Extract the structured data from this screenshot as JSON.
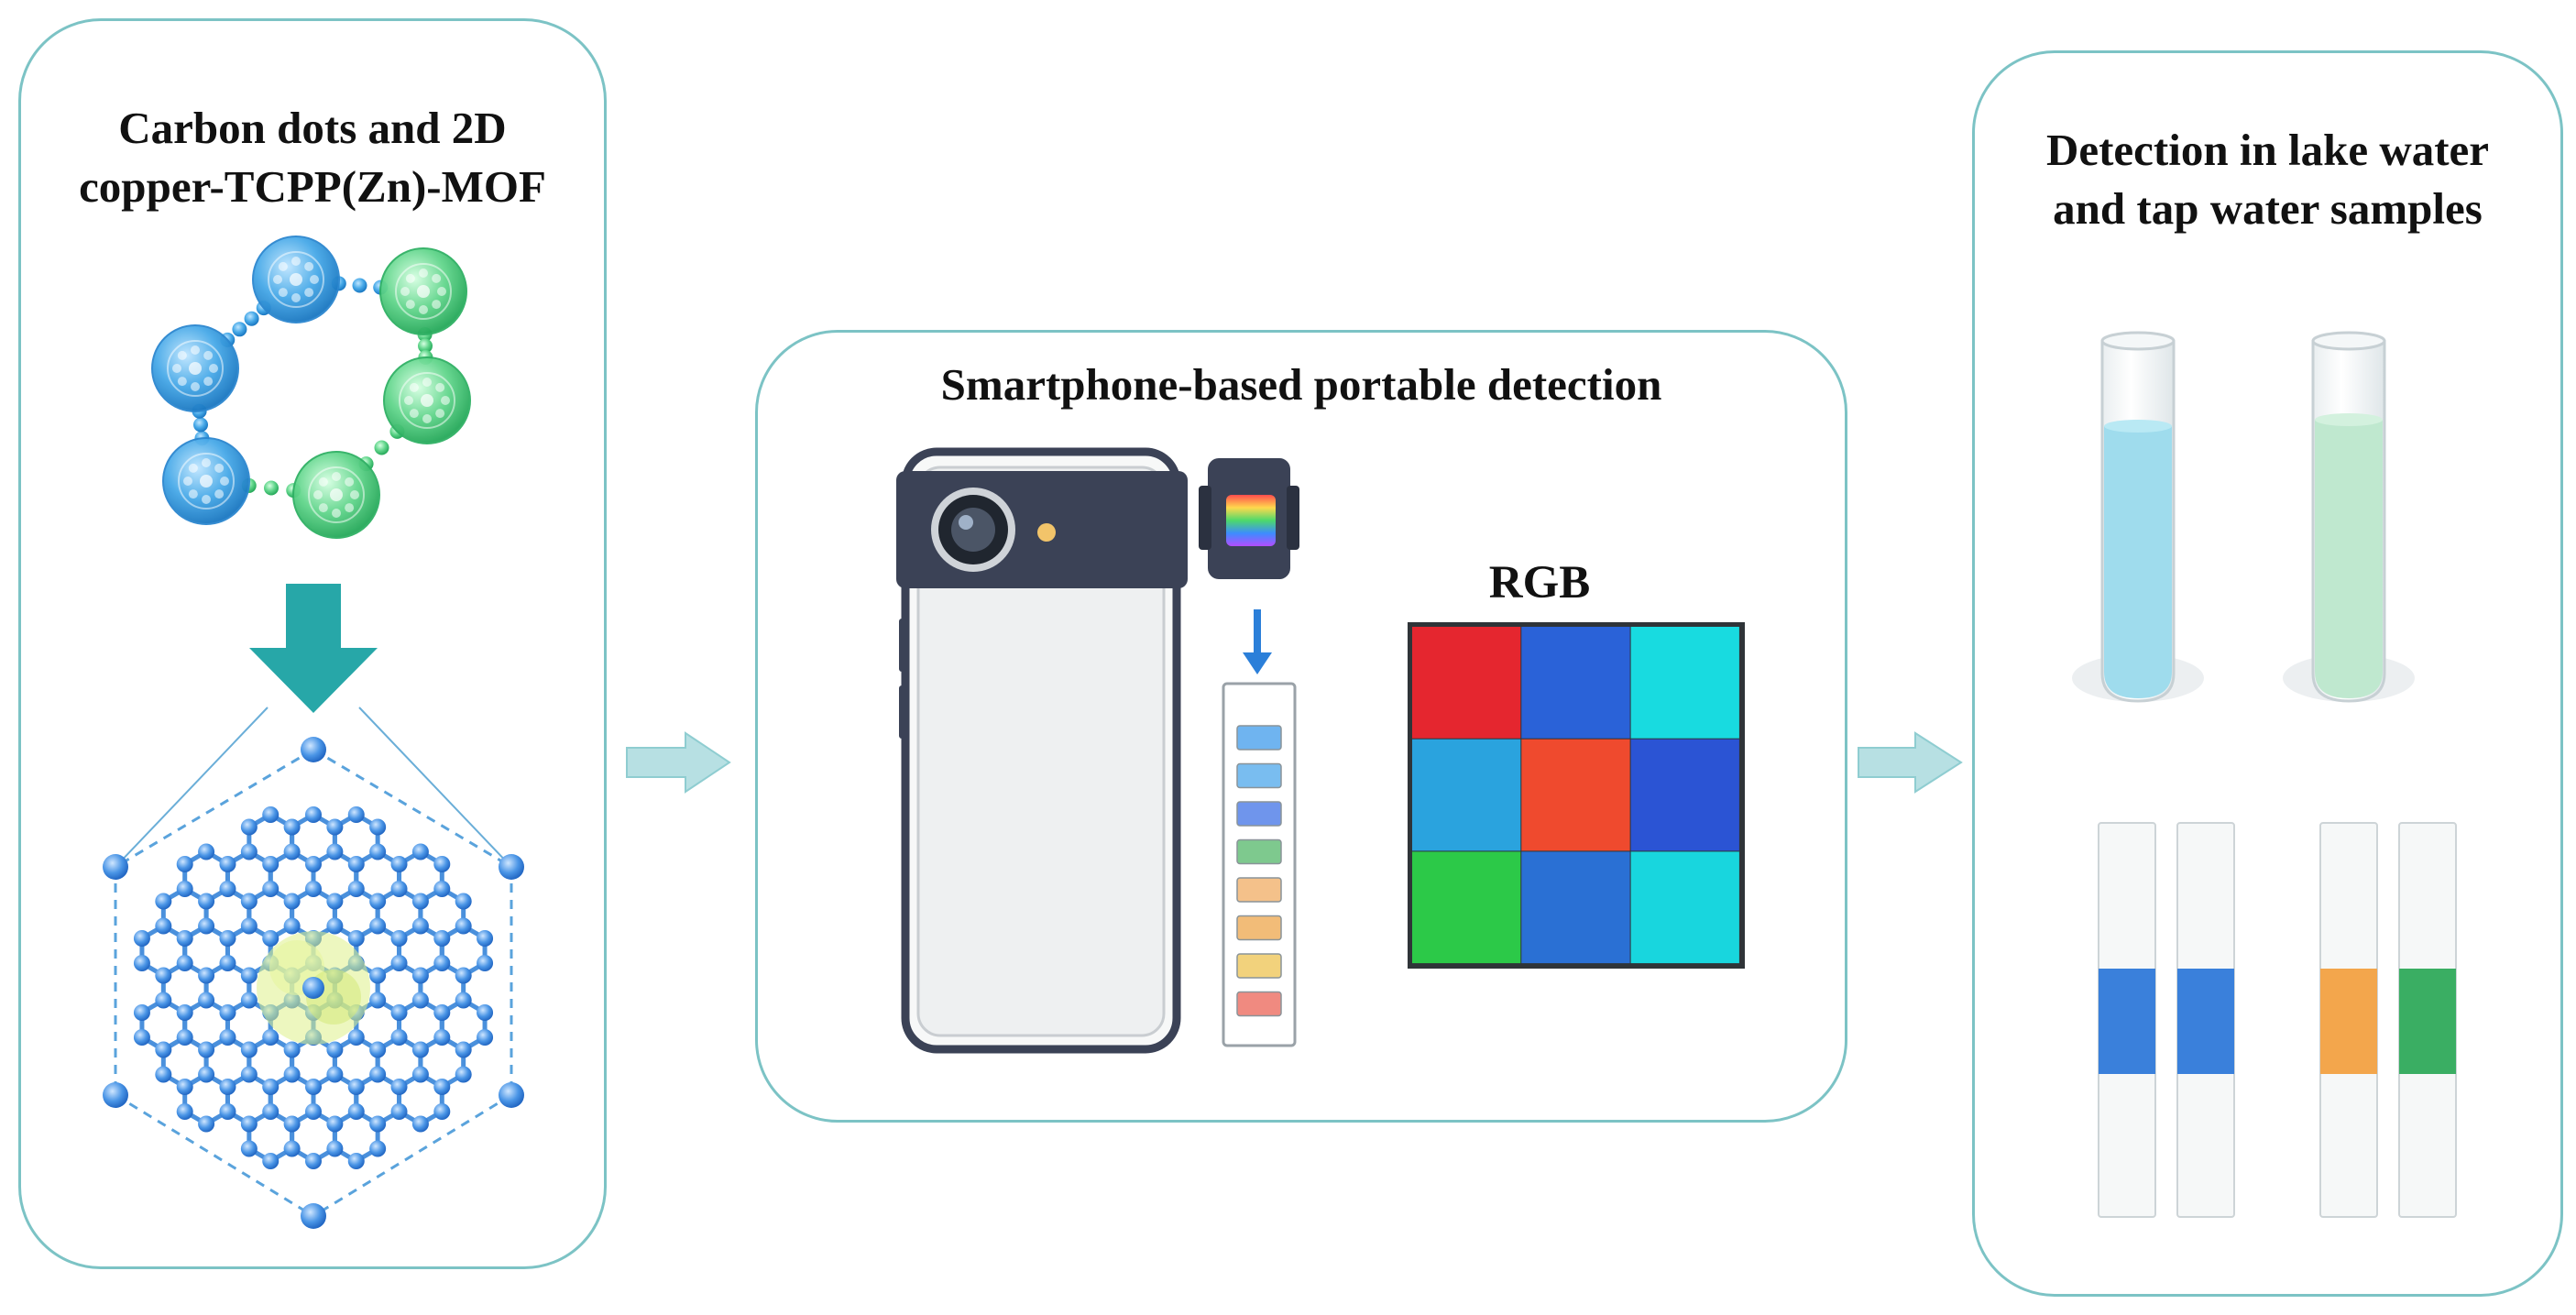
{
  "panels": {
    "left": {
      "title_line1": "Carbon dots and 2D",
      "title_line2": "copper-TCPP(Zn)-MOF"
    },
    "middle": {
      "title": "Smartphone-based portable detection",
      "rgb_label": "RGB"
    },
    "right": {
      "title_line1": "Detection in lake water",
      "title_line2": "and tap water samples"
    }
  },
  "colors": {
    "panel_border": "#7cc3c5",
    "flow_arrow": "#b7e0e3",
    "down_arrow": "#27a7a8",
    "cd_blue": "#44a8e6",
    "cd_green": "#5fd38a",
    "mof_node": "#3f8fe0",
    "phone_dark": "#3b4256",
    "tap_water": "#9fdced",
    "lake_water": "#bfe8cf"
  },
  "rgb_grid": [
    [
      "#e5262f",
      "#2a62d8",
      "#18dbe0"
    ],
    [
      "#2aa3de",
      "#ef4a2e",
      "#2b54d4"
    ],
    [
      "#2cc948",
      "#2a70d4",
      "#18d6de"
    ]
  ],
  "strip_pads": [
    "#6fb4f0",
    "#79bdf0",
    "#6f95ec",
    "#7ec98e",
    "#f4c18a",
    "#f2bc78",
    "#f2d27c",
    "#f08a80"
  ],
  "test_strips": [
    {
      "band": "#1f6fd6"
    },
    {
      "band": "#1f6fd6"
    },
    {
      "band": "#f29a34"
    },
    {
      "band": "#1fa34e"
    }
  ],
  "icons": [
    "cd-molecule-icon",
    "down-arrow-icon",
    "mof-lattice-icon",
    "smartphone-icon",
    "phone-attachment-icon",
    "test-strip-icon",
    "beaker-icon",
    "flow-arrow-icon"
  ]
}
